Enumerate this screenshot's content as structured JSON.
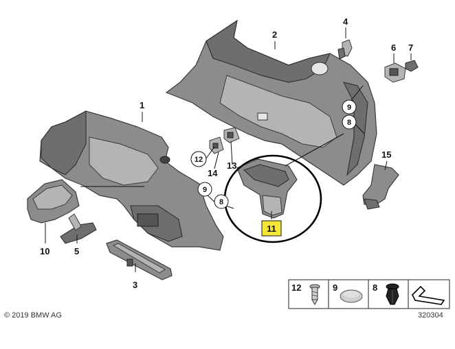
{
  "labels": {
    "p1": "1",
    "p2": "2",
    "p3": "3",
    "p4": "4",
    "p5": "5",
    "p6": "6",
    "p7": "7",
    "p8a": "8",
    "p8b": "8",
    "p9a": "9",
    "p9b": "9",
    "p10": "10",
    "p11": "11",
    "p12": "12",
    "p13": "13",
    "p14": "14",
    "p15": "15"
  },
  "legend": {
    "cells": [
      "12",
      "9",
      "8"
    ]
  },
  "copyright": "© 2019 BMW AG",
  "diagram_id": "320304",
  "highlight_color": "#f6e63a"
}
